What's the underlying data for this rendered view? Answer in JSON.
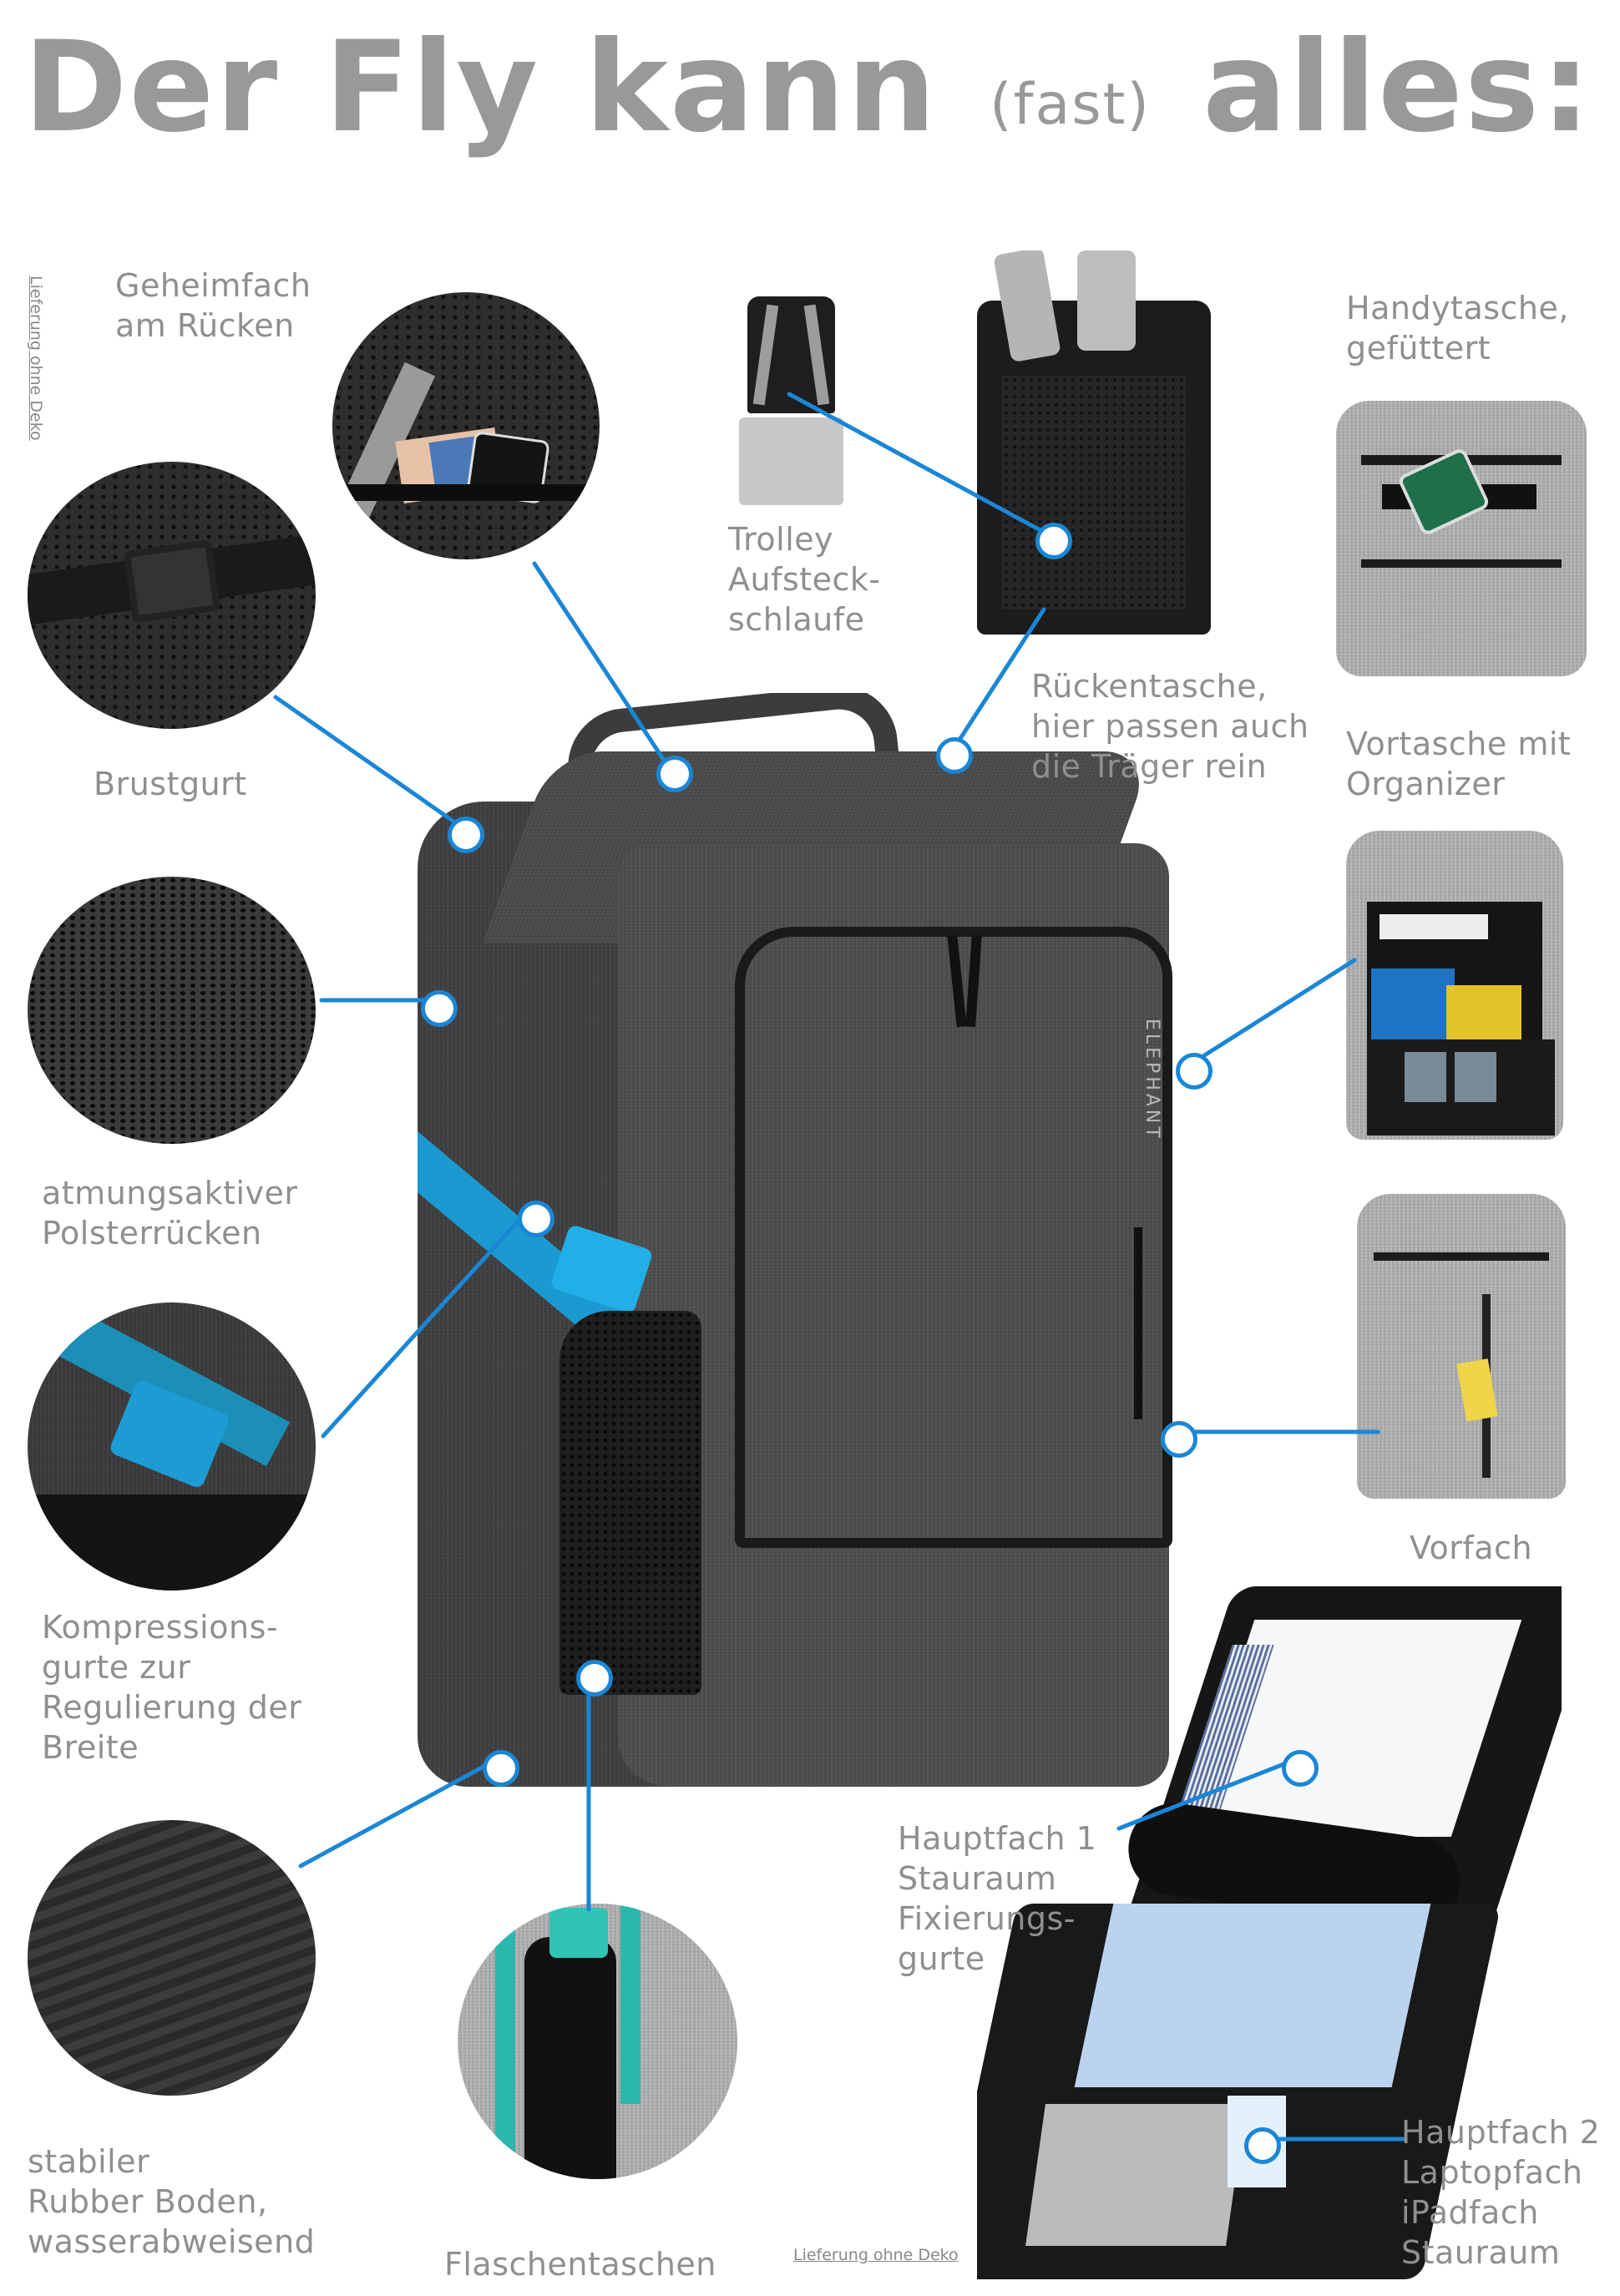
{
  "title": {
    "part1": "Der Fly kann",
    "part2": "(fast)",
    "part3": "alles:"
  },
  "notes": {
    "side_note": "Lieferung ohne Deko",
    "bottom_note": "Lieferung ohne Deko"
  },
  "brand_text": "ELEPHANT",
  "colors": {
    "connector": "#1a86d6",
    "text": "#8f8f8f",
    "title": "#999999",
    "strap_blue": "#1b9fd0",
    "strap_teal": "#28b8ac"
  },
  "features": [
    {
      "id": "geheimfach",
      "label": "Geheimfach\nam Rücken"
    },
    {
      "id": "brustgurt",
      "label": "Brustgurt"
    },
    {
      "id": "polsterruecken",
      "label": "atmungsaktiver\nPolsterrücken"
    },
    {
      "id": "kompression",
      "label": "Kompressions-\ngurte zur\nRegulierung der\nBreite"
    },
    {
      "id": "rubber-boden",
      "label": "stabiler\nRubber Boden,\nwasserabweisend"
    },
    {
      "id": "flaschentaschen",
      "label": "Flaschentaschen"
    },
    {
      "id": "trolley",
      "label": "Trolley\nAufsteck-\nschlaufe"
    },
    {
      "id": "rueckentasche",
      "label": "Rückentasche,\nhier passen auch\ndie Träger rein"
    },
    {
      "id": "handytasche",
      "label": "Handytasche,\ngefüttert"
    },
    {
      "id": "vortasche",
      "label": "Vortasche mit\nOrganizer"
    },
    {
      "id": "vorfach",
      "label": "Vorfach"
    },
    {
      "id": "hauptfach1",
      "label": "Hauptfach 1\nStauraum\nFixierungs-\ngurte"
    },
    {
      "id": "hauptfach2",
      "label": "Hauptfach 2\nLaptopfach\niPadfach\nStauraum"
    }
  ]
}
